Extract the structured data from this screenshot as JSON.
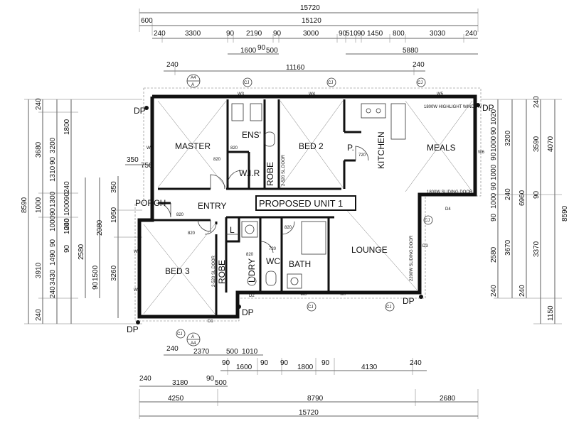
{
  "top_dims": {
    "row1": [
      "15720"
    ],
    "row2": [
      "600",
      "15120"
    ],
    "row3": [
      "240",
      "3300",
      "90",
      "2190",
      "90",
      "3000",
      "90",
      "510",
      "90",
      "1450",
      "800",
      "3030",
      "240"
    ],
    "row4": [
      "1600",
      "90",
      "500",
      "5880"
    ],
    "row5": [
      "240",
      "11160",
      "240"
    ]
  },
  "bottom_dims": {
    "row1": [
      "240",
      "2370",
      "500",
      "1010"
    ],
    "row2": [
      "90",
      "1600",
      "90",
      "90",
      "1800",
      "90",
      "4130",
      "240"
    ],
    "row3": [
      "240",
      "3180",
      "90",
      "500"
    ],
    "row4": [
      "4250",
      "8790",
      "2680"
    ],
    "row5": [
      "15720"
    ]
  },
  "left_dims": {
    "col1": [
      "8590"
    ],
    "col2": [
      "240",
      "3680",
      "1000",
      "3910",
      "240"
    ],
    "col3": [
      "3200",
      "90",
      "1310",
      "1300",
      "90",
      "1000",
      "90",
      "1490",
      "3430",
      "240"
    ],
    "col4": [
      "1800",
      "240",
      "90",
      "1000",
      "240",
      "1000",
      "90",
      "2580",
      "1500",
      "90"
    ],
    "col5": [
      "350",
      "1950",
      "3260"
    ],
    "col6": [
      "2080"
    ],
    "porch": [
      "350",
      "750"
    ]
  },
  "right_dims": {
    "col1": [
      "1020",
      "90",
      "1000",
      "90",
      "1000",
      "90",
      "1000",
      "90",
      "2580",
      "240"
    ],
    "col2": [
      "3200",
      "240",
      "6960",
      "3670"
    ],
    "col3": [
      "240",
      "3590",
      "90",
      "3370",
      "240"
    ],
    "col4": [
      "4070",
      "1150"
    ],
    "col5": [
      "8590"
    ]
  },
  "rooms": {
    "master": "MASTER",
    "ens": "ENS'",
    "wir": "W.I.R",
    "robe1": "ROBE",
    "bed2": "BED 2",
    "pantry": "P.",
    "kitchen": "KITCHEN",
    "meals": "MEALS",
    "porch": "PORCH",
    "entry": "ENTRY",
    "bed3": "BED 3",
    "robe2": "ROBE",
    "laundry": "L'DRY",
    "linen": "L",
    "wc": "WC",
    "bath": "BATH",
    "lounge": "LOUNGE"
  },
  "title": "PROPOSED UNIT 1",
  "markers": {
    "dp": "DP",
    "cj": "CJ",
    "section_a": "A",
    "section_a4": "A4"
  },
  "windows": [
    "W1",
    "W1",
    "W2",
    "W3",
    "W4",
    "W5",
    "W6",
    "W7",
    "W8",
    "D1",
    "D2",
    "D3",
    "D4"
  ],
  "door_tags": [
    "820",
    "820",
    "820",
    "720",
    "820",
    "820",
    "720",
    "820"
  ],
  "notes": {
    "highlight_window": "1800W HIGHLIGHT WINDOW",
    "sliding_door_meals": "1800W SLIDING DOOR",
    "sliding_door_lounge": "2200W SLIDING DOOR",
    "robe_door_upper": "2-520 SL.DOOR",
    "robe_door_lower": "2-520 SL.DOOR"
  }
}
